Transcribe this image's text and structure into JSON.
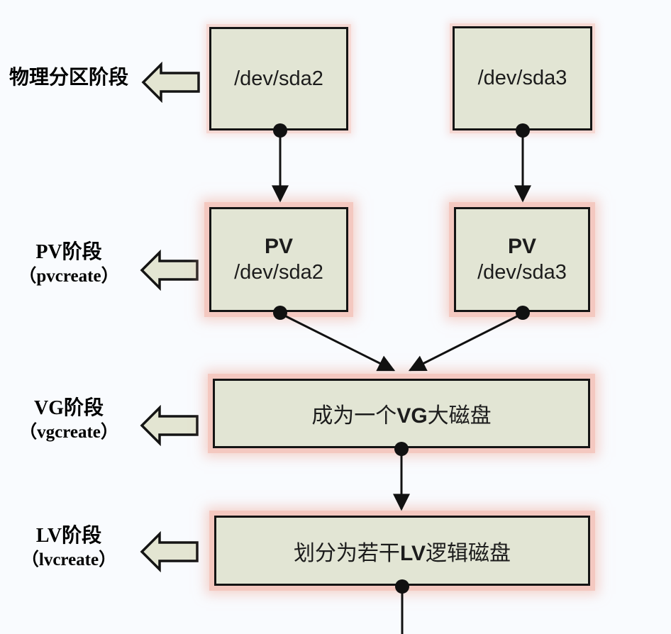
{
  "diagram": {
    "title": "LVM stages flow diagram",
    "stages": [
      {
        "label": "物理分区阶段",
        "sub": ""
      },
      {
        "label": "PV阶段",
        "sub": "（pvcreate）"
      },
      {
        "label": "VG阶段",
        "sub": "（vgcreate）"
      },
      {
        "label": "LV阶段",
        "sub": "（lvcreate）"
      }
    ],
    "boxes": {
      "sda2": "/dev/sda2",
      "sda3": "/dev/sda3",
      "pv1_title": "PV",
      "pv1_sub": "/dev/sda2",
      "pv2_title": "PV",
      "pv2_sub": "/dev/sda3",
      "vg_prefix": "成为一个",
      "vg_bold": "VG",
      "vg_suffix": "大磁盘",
      "lv_prefix": "划分为若干",
      "lv_bold": "LV",
      "lv_suffix": "逻辑磁盘"
    },
    "colors": {
      "background": "#f9fbfe",
      "box_fill": "#e2e5d4",
      "box_border": "#141414",
      "halo_strong": "#f3c7bf",
      "halo_light": "#f6d7d2",
      "connector": "#111111",
      "arrow_fill": "#e3e5d2"
    }
  }
}
